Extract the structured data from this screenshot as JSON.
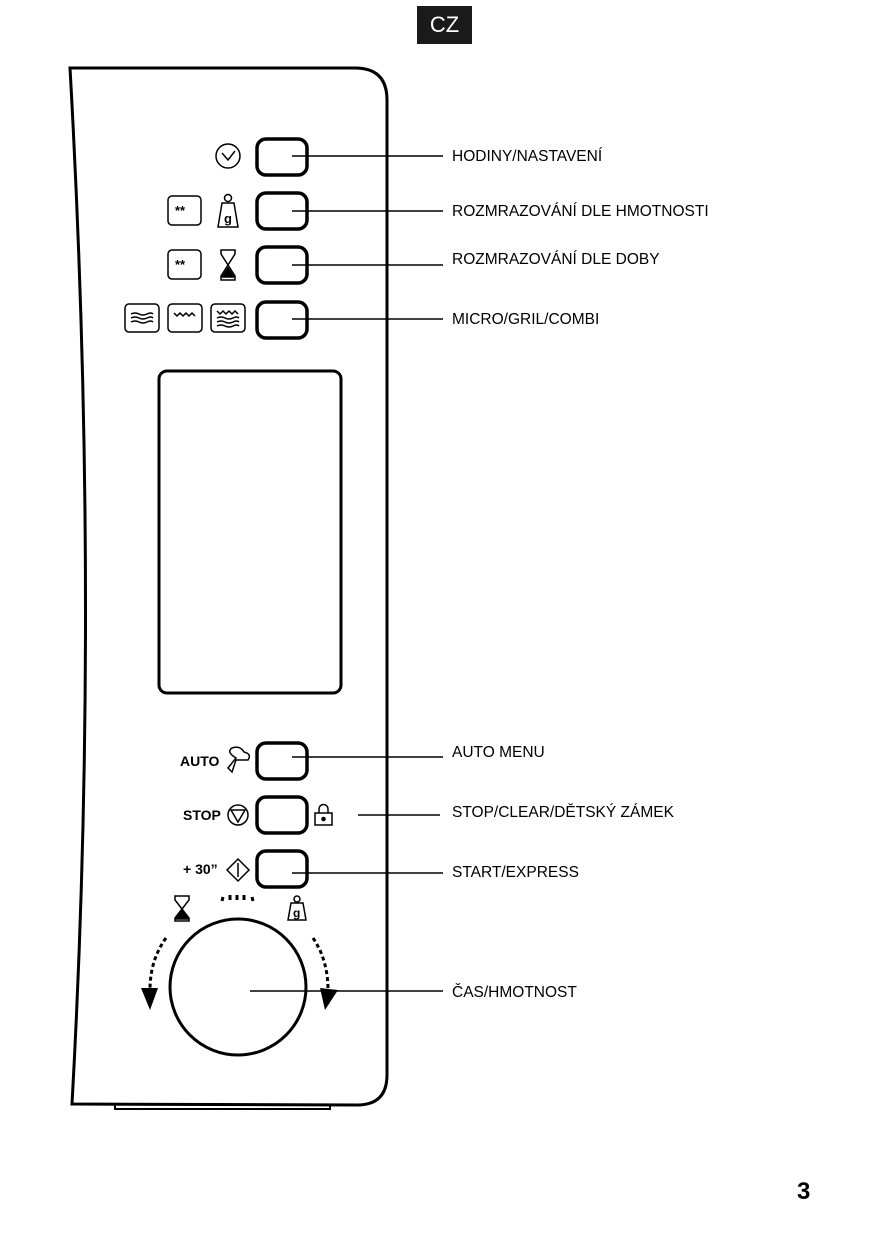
{
  "language_tag": "CZ",
  "page_number": "3",
  "labels": {
    "clock": "HODINY/NASTAVENÍ",
    "defrost_weight": "ROZMRAZOVÁNÍ DLE HMOTNOSTI",
    "defrost_time": "ROZMRAZOVÁNÍ DLE DOBY",
    "micro_grill_combi": "MICRO/GRIL/COMBI",
    "auto_menu": "AUTO MENU",
    "stop": "STOP/CLEAR/DĚTSKÝ ZÁMEK",
    "start": "START/EXPRESS",
    "dial": "ČAS/HMOTNOST"
  },
  "panel_text": {
    "auto": "AUTO",
    "stop": "STOP",
    "plus30": "+ 30”",
    "weight_g": "g"
  }
}
